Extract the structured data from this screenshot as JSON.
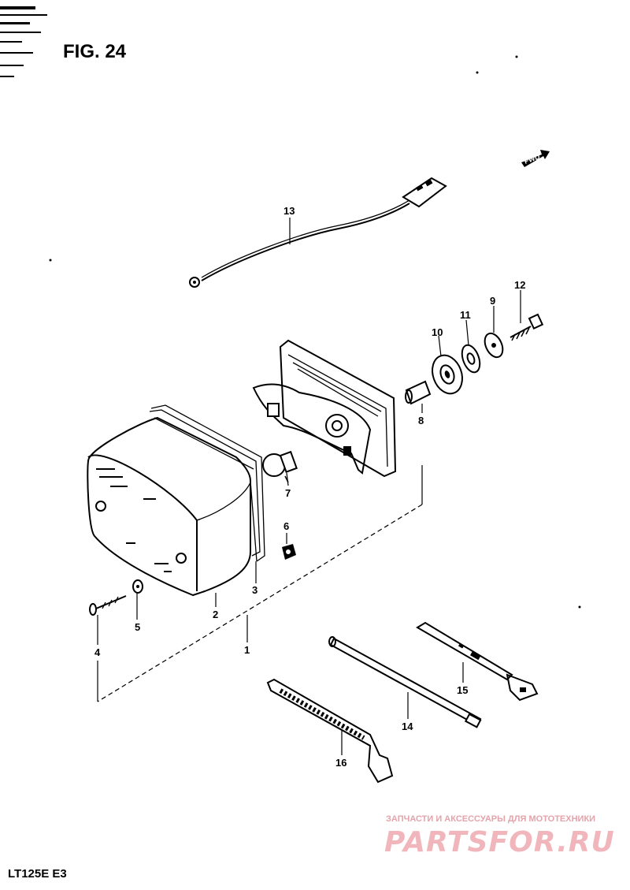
{
  "figure": {
    "label": "FIG. 24"
  },
  "footer": {
    "model": "LT125E E3"
  },
  "direction": {
    "text": "FWD"
  },
  "watermark": {
    "subtitle": "ЗАПЧАСТИ И АКСЕССУАРЫ ДЛЯ МОТОТЕХНИКИ",
    "brand": "PARTSFOR.RU"
  },
  "callouts": [
    {
      "n": "1"
    },
    {
      "n": "2"
    },
    {
      "n": "3"
    },
    {
      "n": "4"
    },
    {
      "n": "5"
    },
    {
      "n": "6"
    },
    {
      "n": "7"
    },
    {
      "n": "8"
    },
    {
      "n": "9"
    },
    {
      "n": "10"
    },
    {
      "n": "11"
    },
    {
      "n": "12"
    },
    {
      "n": "13"
    },
    {
      "n": "14"
    },
    {
      "n": "15"
    },
    {
      "n": "16"
    }
  ]
}
